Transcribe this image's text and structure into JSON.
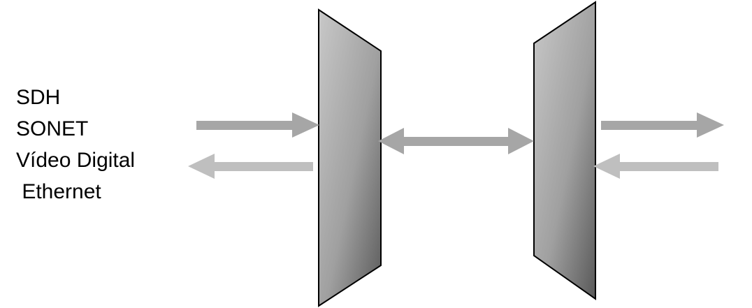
{
  "signals": [
    "SDH",
    "SONET",
    "Vídeo Digital",
    " Ethernet"
  ],
  "colors": {
    "arrow_dark": "#a6a6a6",
    "arrow_light": "#bfbfbf",
    "panel_light": "#c8c8c8",
    "panel_dark": "#595959",
    "outline": "#000000"
  }
}
